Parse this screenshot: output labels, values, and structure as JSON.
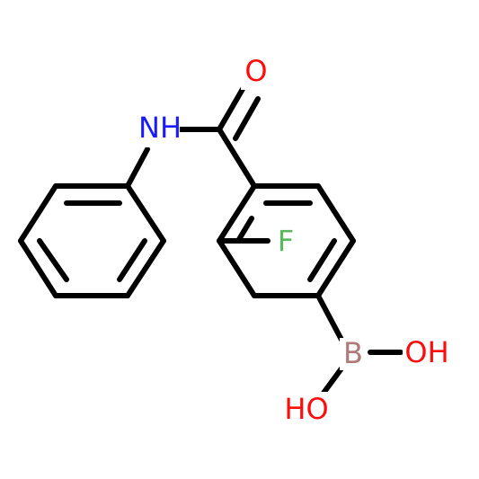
{
  "molecule": {
    "atoms": {
      "nh": {
        "text": "NH",
        "color": "#1a1aff"
      },
      "o": {
        "text": "O",
        "color": "#ff0d0d"
      },
      "f": {
        "text": "F",
        "color": "#5cb85c"
      },
      "b": {
        "text": "B",
        "color": "#b07a7a"
      },
      "oh_right": {
        "text": "OH",
        "color": "#ff0d0d"
      },
      "oh_left": {
        "text": "HO",
        "color": "#ff0d0d"
      }
    },
    "bond_color": "#000000"
  }
}
